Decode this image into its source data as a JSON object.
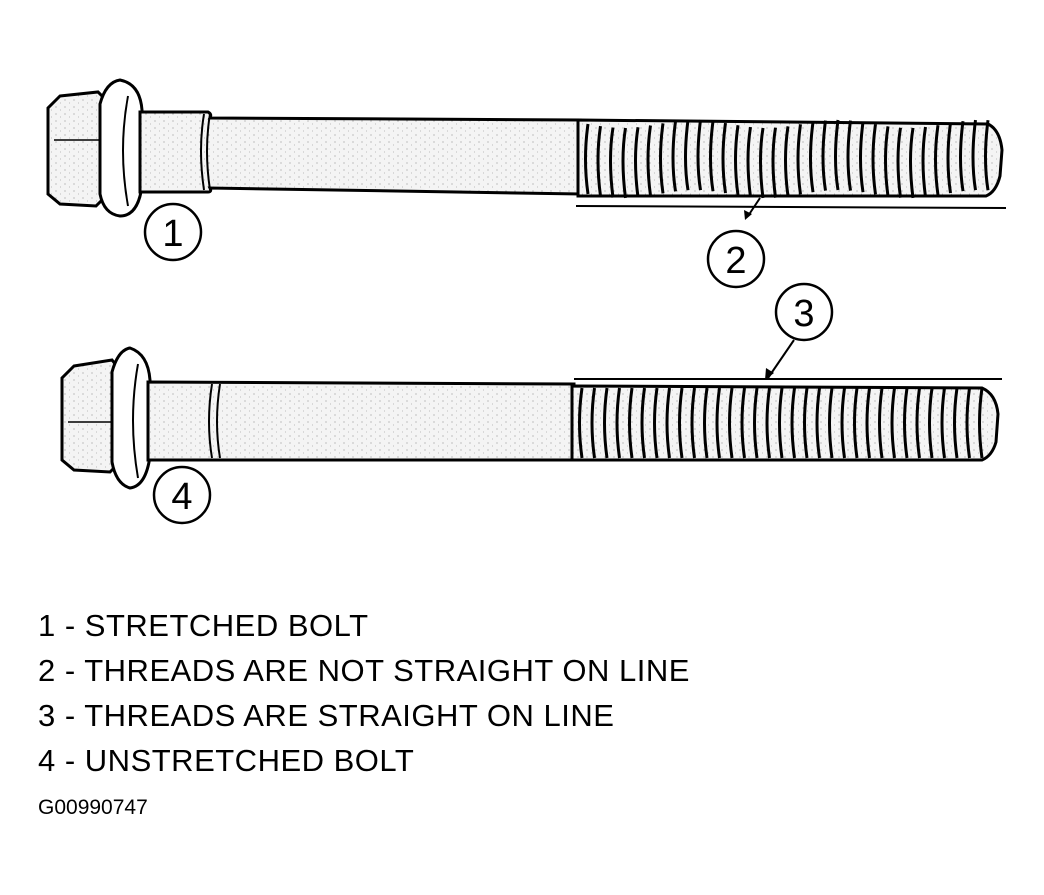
{
  "callouts": [
    "1",
    "2",
    "3",
    "4"
  ],
  "legend": [
    {
      "num": "1",
      "text": "1 - STRETCHED BOLT"
    },
    {
      "num": "2",
      "text": "2 - THREADS ARE NOT STRAIGHT ON LINE"
    },
    {
      "num": "3",
      "text": "3 - THREADS ARE STRAIGHT ON LINE"
    },
    {
      "num": "4",
      "text": "4 - UNSTRETCHED BOLT"
    }
  ],
  "figure_id": "G00990747",
  "colors": {
    "ink": "#000000",
    "fill": "#f2f2f2",
    "background": "#ffffff"
  }
}
